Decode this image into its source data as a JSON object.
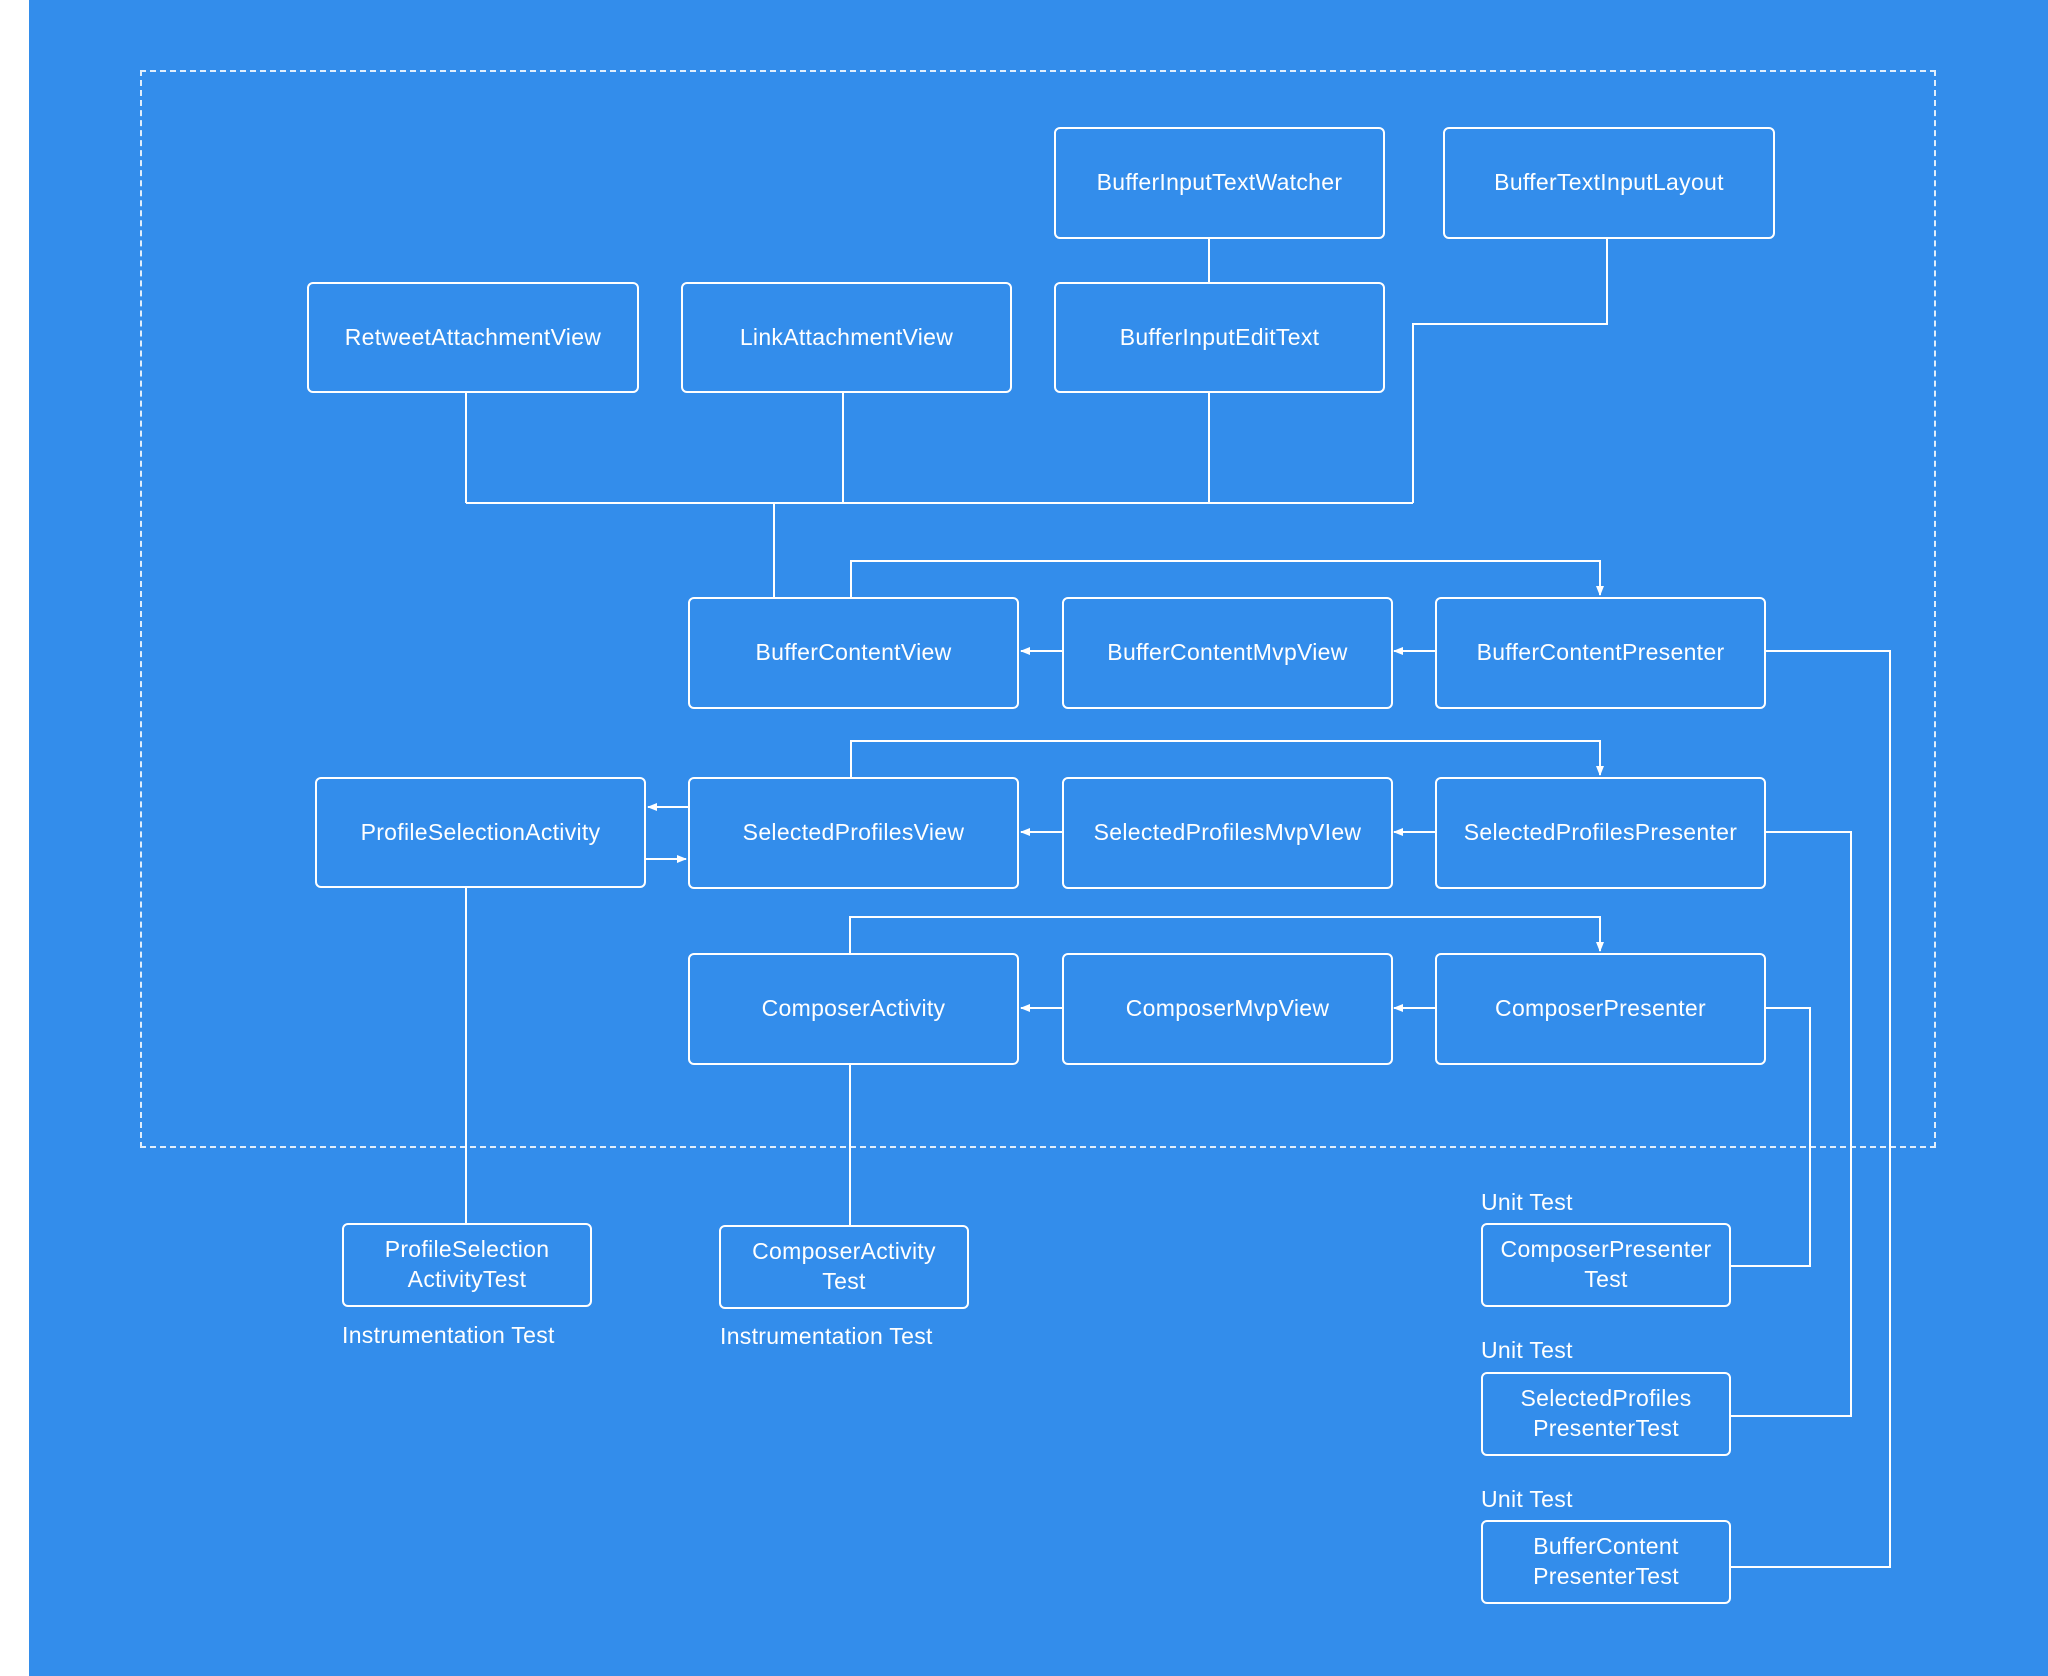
{
  "palette": {
    "background": "#338deb",
    "line": "#ffffff",
    "page": "#ffffff"
  },
  "nodes": {
    "buffer_input_text_watcher": "BufferInputTextWatcher",
    "buffer_text_input_layout": "BufferTextInputLayout",
    "retweet_attachment_view": "RetweetAttachmentView",
    "link_attachment_view": "LinkAttachmentView",
    "buffer_input_edit_text": "BufferInputEditText",
    "buffer_content_view": "BufferContentView",
    "buffer_content_mvp_view": "BufferContentMvpView",
    "buffer_content_presenter": "BufferContentPresenter",
    "profile_selection_activity": "ProfileSelectionActivity",
    "selected_profiles_view": "SelectedProfilesView",
    "selected_profiles_mvp_view": "SelectedProfilesMvpVIew",
    "selected_profiles_presenter": "SelectedProfilesPresenter",
    "composer_activity": "ComposerActivity",
    "composer_mvp_view": "ComposerMvpView",
    "composer_presenter": "ComposerPresenter"
  },
  "tests": {
    "profile_selection_activity_test": "ProfileSelection\nActivityTest",
    "composer_activity_test": "ComposerActivity\nTest",
    "composer_presenter_test": "ComposerPresenter\nTest",
    "selected_profiles_presenter_test": "SelectedProfiles\nPresenterTest",
    "buffer_content_presenter_test": "BufferContent\nPresenterTest"
  },
  "labels": {
    "instrumentation_test_1": "Instrumentation Test",
    "instrumentation_test_2": "Instrumentation Test",
    "unit_test_1": "Unit Test",
    "unit_test_2": "Unit Test",
    "unit_test_3": "Unit Test"
  }
}
